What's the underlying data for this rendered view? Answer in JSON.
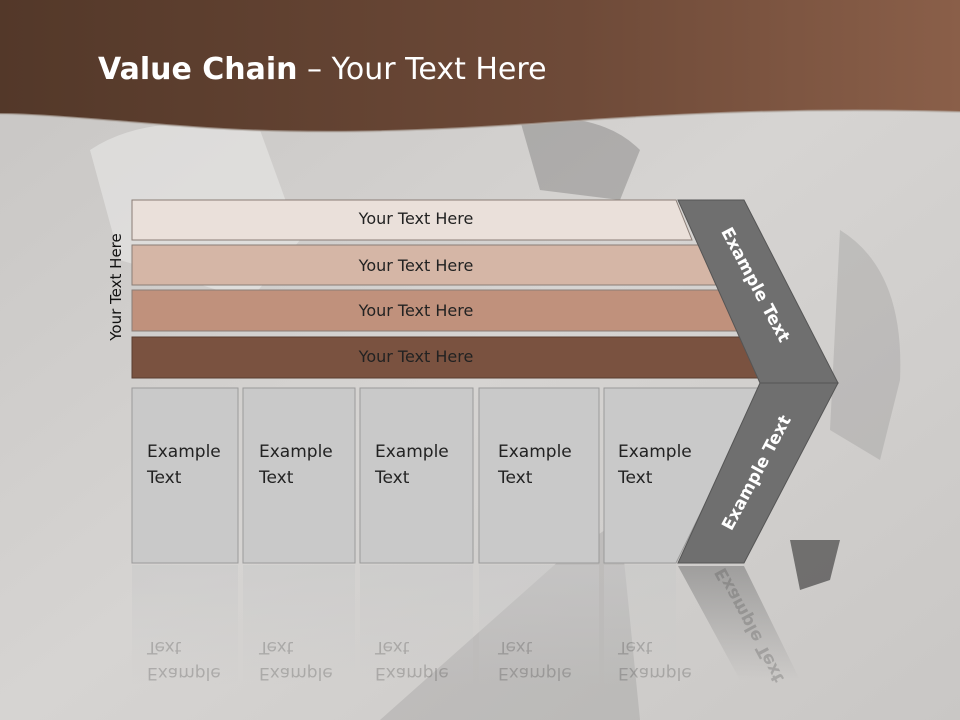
{
  "title": {
    "bold": "Value Chain",
    "rest": " – Your Text Here"
  },
  "vertical_label": "Your Text Here",
  "bars": [
    {
      "label": "Your Text Here",
      "color": "#eae0da"
    },
    {
      "label": "Your Text Here",
      "color": "#d5b6a6"
    },
    {
      "label": "Your Text Here",
      "color": "#c0917c"
    },
    {
      "label": "Your Text Here",
      "color": "#7a5240"
    }
  ],
  "columns": [
    {
      "line1": "Example",
      "line2": "Text"
    },
    {
      "line1": "Example",
      "line2": "Text"
    },
    {
      "line1": "Example",
      "line2": "Text"
    },
    {
      "line1": "Example",
      "line2": "Text"
    },
    {
      "line1": "Example",
      "line2": "Text"
    }
  ],
  "chevron": {
    "top_label": "Example Text",
    "bottom_label": "Example Text",
    "color": "#6f6f6f"
  },
  "colors": {
    "header_brown": "#5d3e30",
    "column_fill": "#c9c9c9"
  }
}
